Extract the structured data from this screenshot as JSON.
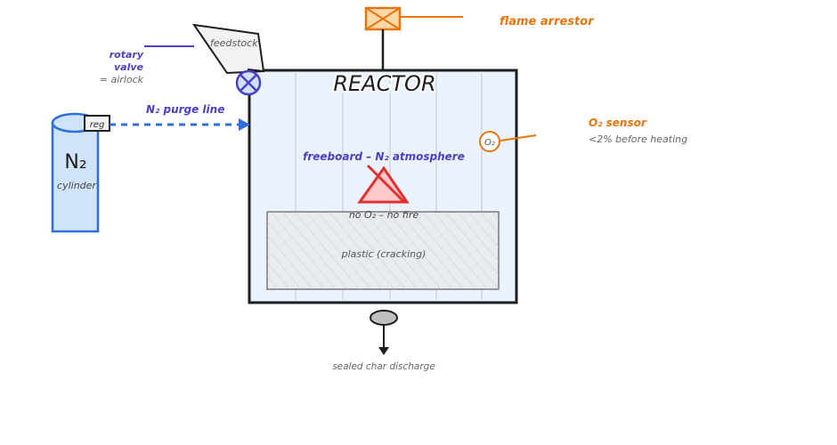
{
  "labels": {
    "flame_arrestor": "flame arrestor",
    "feedstock": "feedstock",
    "rotary_valve_line1": "rotary",
    "rotary_valve_line2": "valve",
    "airlock": "= airlock",
    "reactor": "REACTOR",
    "n2_purge_line": "N₂ purge line",
    "reg": "reg",
    "n2": "N₂",
    "cylinder": "cylinder",
    "o2_sensor": "O₂ sensor",
    "o2_sensor_note": "<2% before heating",
    "o2_tag": "O₂",
    "freeboard": "freeboard – N₂ atmosphere",
    "no_o2": "no O₂ – no fire",
    "plastic": "plastic (cracking)",
    "char_discharge": "sealed char discharge"
  },
  "colors": {
    "ink": "#1e1e1e",
    "orange": "#e8740c",
    "orange_fill": "#ffd8a8",
    "purple": "#4c3fc4",
    "blue": "#2f6fdc",
    "cylinder_fill": "#cfe3fb",
    "reactor_fill": "#eaf3fd",
    "red": "#e03131",
    "red_fill": "#ffc9c9",
    "gray": "#666666",
    "bed_fill": "#e9ecef"
  },
  "icons": {
    "flame_arrestor": "flame-arrestor-icon",
    "rotary_valve": "rotary-valve-icon",
    "fire_triangle": "fire-triangle-icon",
    "o2_sensor": "o2-sensor-icon",
    "discharge_valve": "discharge-valve-icon"
  }
}
